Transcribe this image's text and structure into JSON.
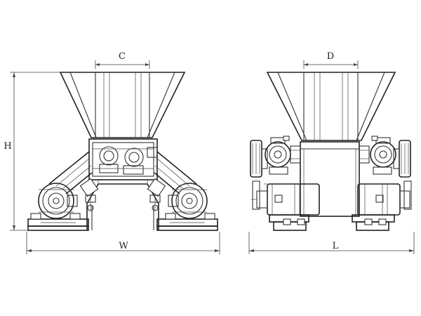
{
  "labels": {
    "dim_c": "C",
    "dim_d": "D",
    "dim_h": "H",
    "dim_w": "W",
    "dim_l": "L"
  },
  "colors": {
    "line": "#333333",
    "background": "#ffffff"
  }
}
